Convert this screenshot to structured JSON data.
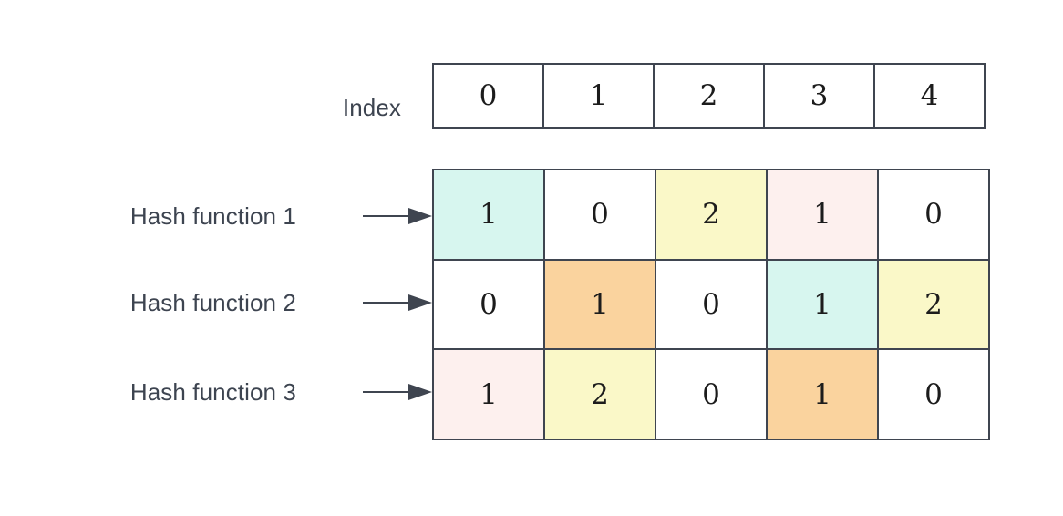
{
  "diagram": {
    "title_text": "",
    "index_label": "Index",
    "index_header": {
      "cells": [
        "0",
        "1",
        "2",
        "3",
        "4"
      ]
    },
    "rows": [
      {
        "label": "Hash function 1",
        "arrow": "arrow-right-icon",
        "cells": [
          {
            "value": "1",
            "fill": "#d7f6ef"
          },
          {
            "value": "0",
            "fill": "#ffffff"
          },
          {
            "value": "2",
            "fill": "#faf8c8"
          },
          {
            "value": "1",
            "fill": "#fdf0ee"
          },
          {
            "value": "0",
            "fill": "#ffffff"
          }
        ]
      },
      {
        "label": "Hash function 2",
        "arrow": "arrow-right-icon",
        "cells": [
          {
            "value": "0",
            "fill": "#ffffff"
          },
          {
            "value": "1",
            "fill": "#fad39e"
          },
          {
            "value": "0",
            "fill": "#ffffff"
          },
          {
            "value": "1",
            "fill": "#d7f6ef"
          },
          {
            "value": "2",
            "fill": "#faf8c8"
          }
        ]
      },
      {
        "label": "Hash function 3",
        "arrow": "arrow-right-icon",
        "cells": [
          {
            "value": "1",
            "fill": "#fdf0ee"
          },
          {
            "value": "2",
            "fill": "#faf8c8"
          },
          {
            "value": "0",
            "fill": "#ffffff"
          },
          {
            "value": "1",
            "fill": "#fad39e"
          },
          {
            "value": "0",
            "fill": "#ffffff"
          }
        ]
      }
    ],
    "colors": {
      "border": "#3f4550",
      "label_text": "#3d4450",
      "value_text": "#1c1c1c",
      "background": "#ffffff",
      "teal_fill": "#d7f6ef",
      "yellow_fill": "#faf8c8",
      "pink_fill": "#fdf0ee",
      "orange_fill": "#fad39e",
      "white_fill": "#ffffff"
    }
  }
}
